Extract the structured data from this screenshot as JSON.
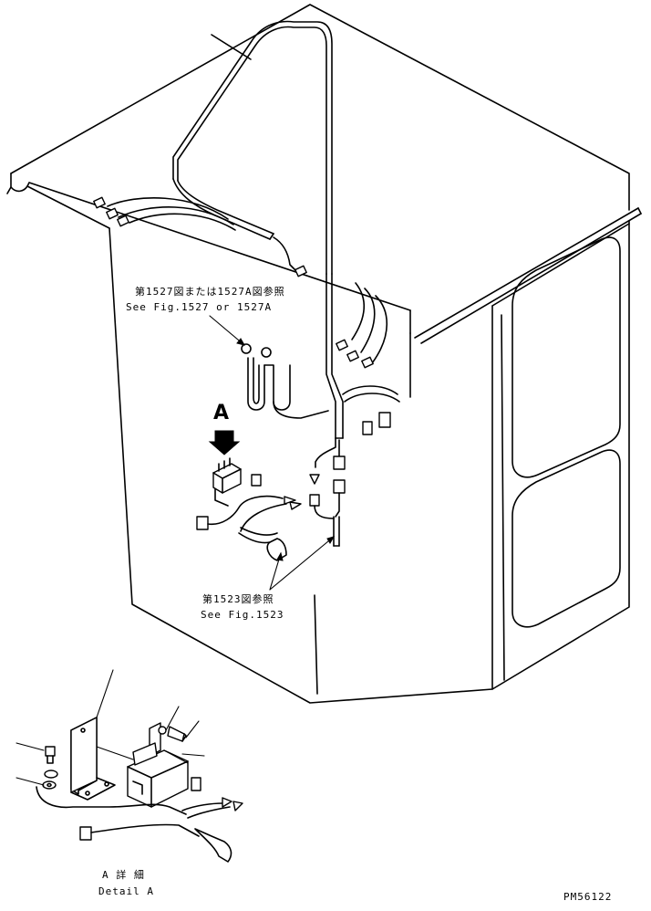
{
  "callouts": {
    "fig1527_jp": "第1527図または1527A図参照",
    "fig1527_en": "See Fig.1527 or 1527A",
    "fig1523_jp": "第1523図参照",
    "fig1523_en": "See Fig.1523",
    "view_letter": "A",
    "detail_jp": "A 詳 細",
    "detail_en": "Detail A",
    "drawing_code": "PM56122"
  }
}
